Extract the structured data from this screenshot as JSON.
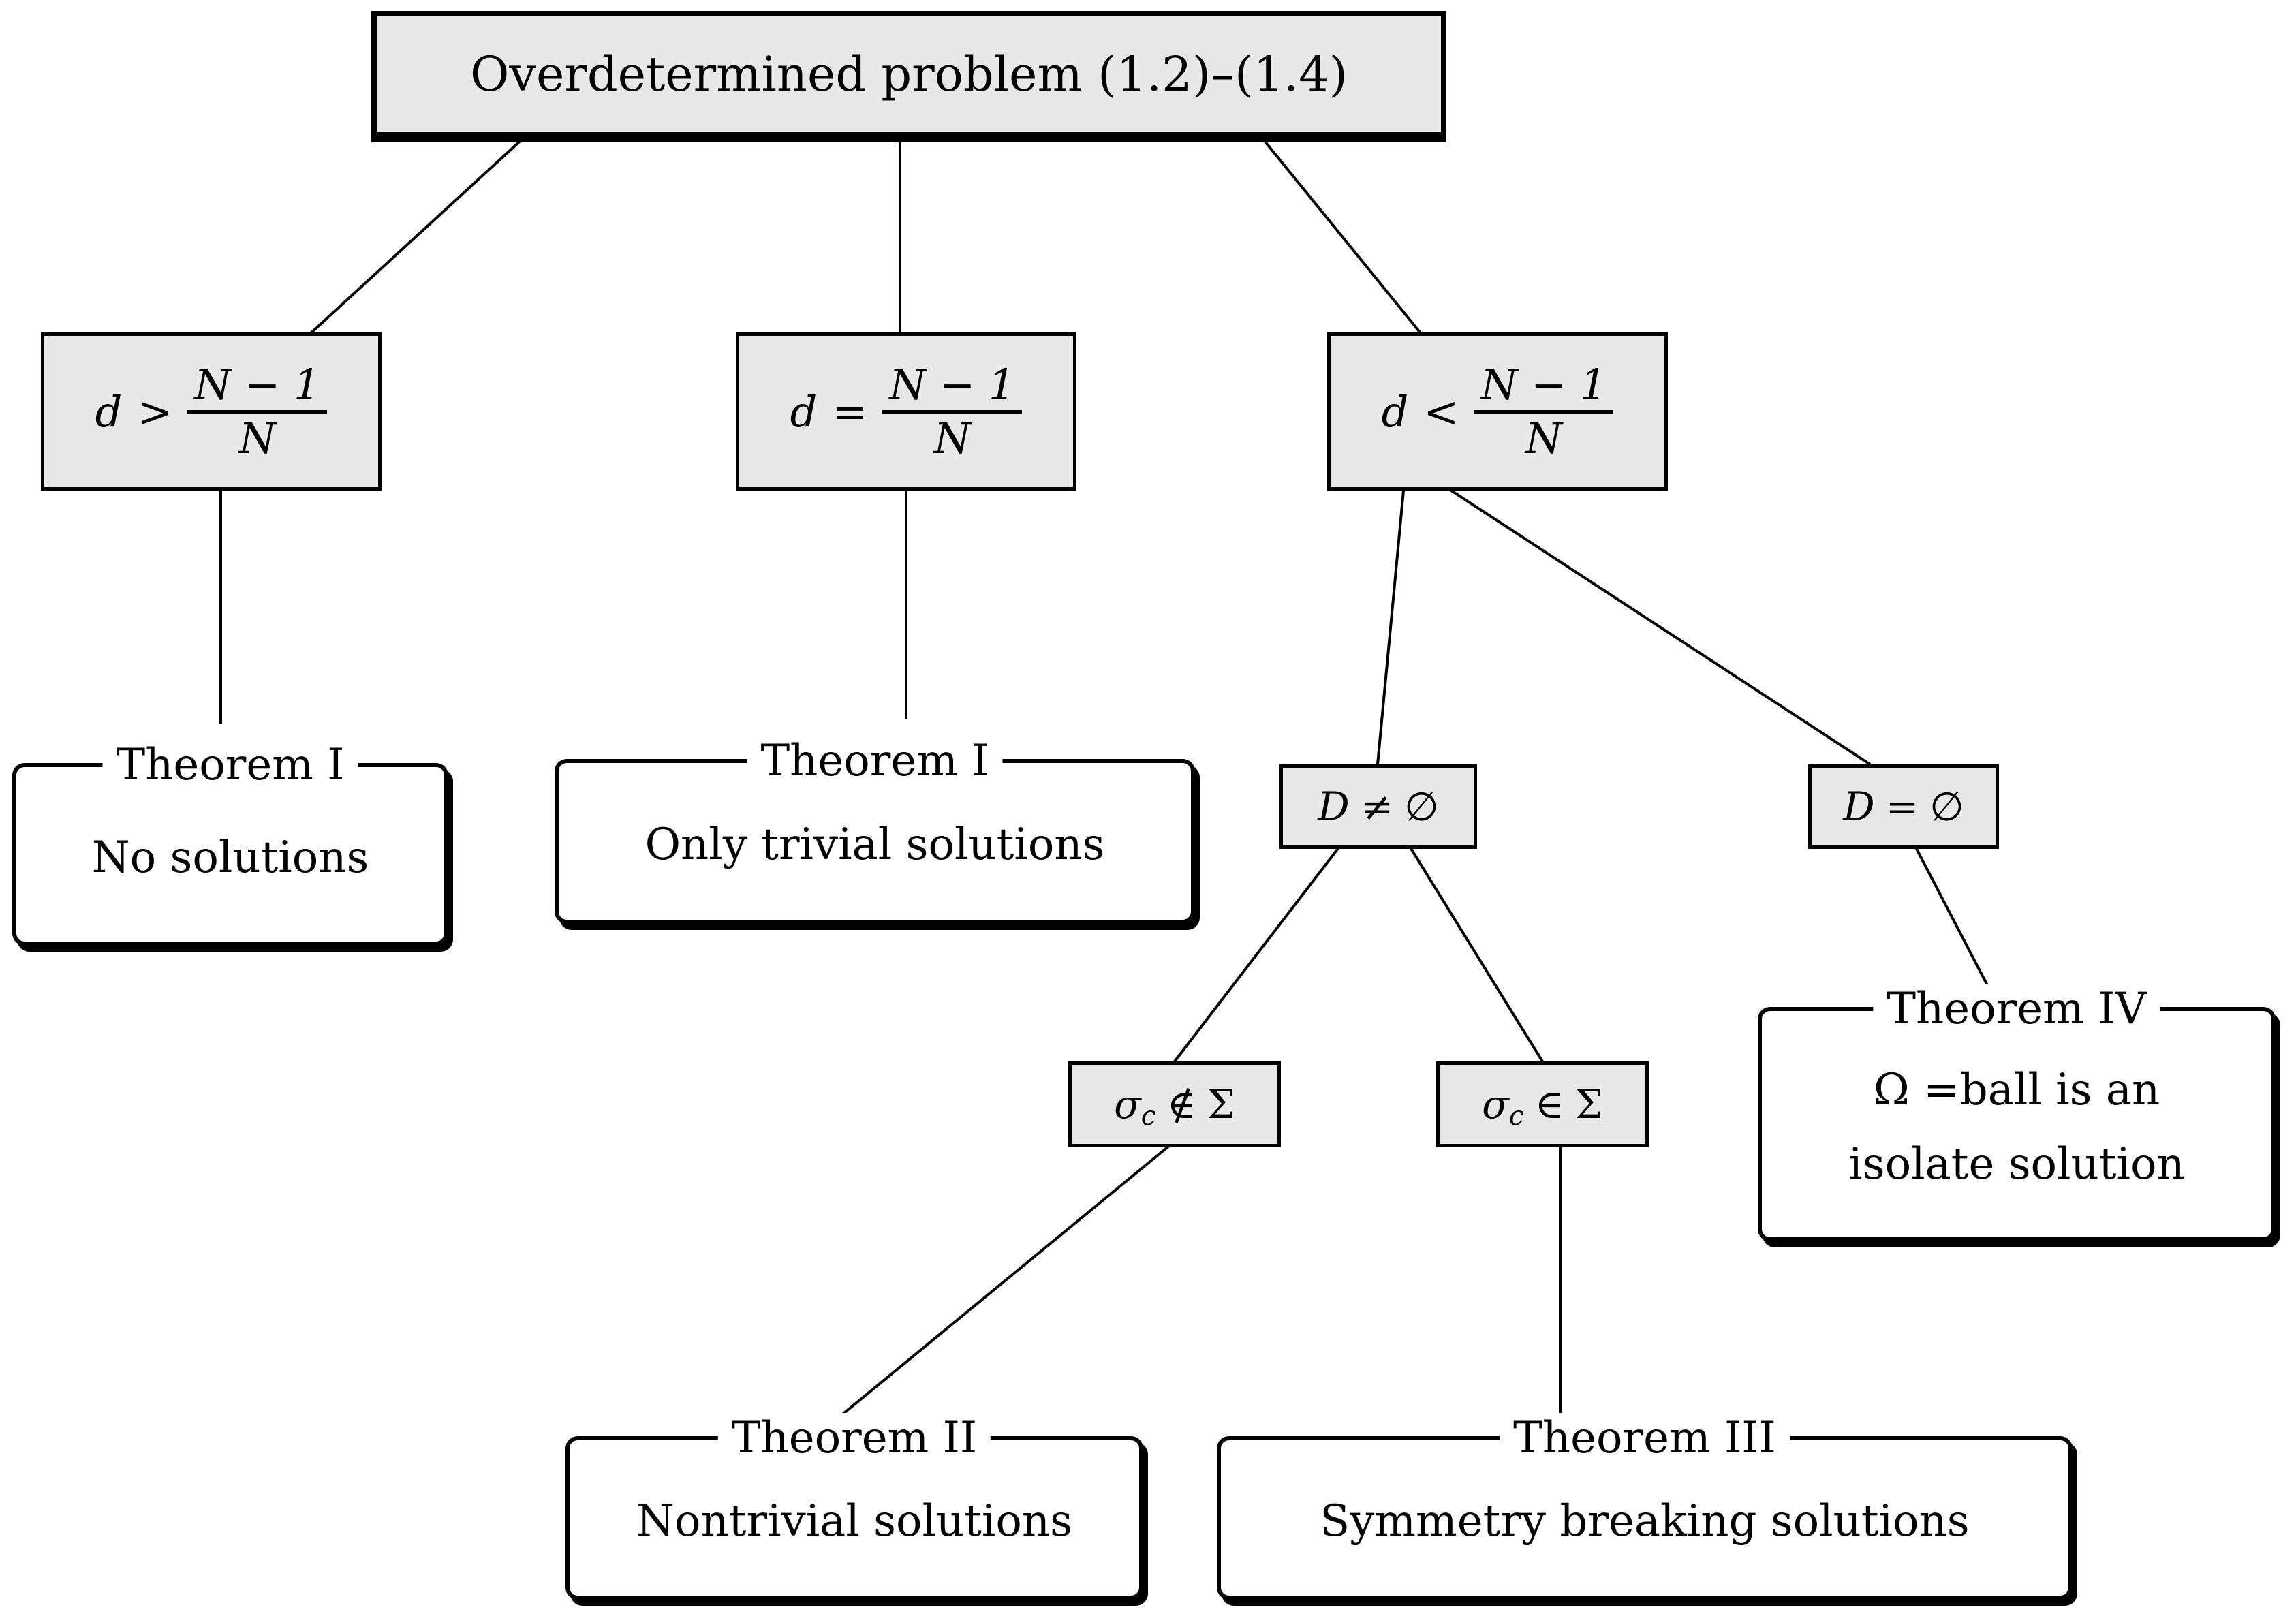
{
  "diagram": {
    "colors": {
      "node_fill": "#e8e8e8",
      "border": "#000000",
      "background": "#ffffff"
    },
    "root": {
      "label": "Overdetermined problem (1.2)–(1.4)"
    },
    "conditions": {
      "greater": {
        "var": "d",
        "op": ">",
        "frac_num": "N − 1",
        "frac_den": "N"
      },
      "equal": {
        "var": "d",
        "op": "=",
        "frac_num": "N − 1",
        "frac_den": "N"
      },
      "less": {
        "var": "d",
        "op": "<",
        "frac_num": "N − 1",
        "frac_den": "N"
      }
    },
    "branches": {
      "d_nonempty": {
        "var": "D",
        "rel": "≠",
        "set": "∅"
      },
      "d_empty": {
        "var": "D",
        "rel": "=",
        "set": "∅"
      },
      "sigma_notin": {
        "var": "σ",
        "sub": "c",
        "rel": "∉",
        "set": "Σ"
      },
      "sigma_in": {
        "var": "σ",
        "sub": "c",
        "rel": "∈",
        "set": "Σ"
      }
    },
    "theorems": {
      "t1_left": {
        "title": "Theorem I",
        "body": "No solutions"
      },
      "t1_mid": {
        "title": "Theorem I",
        "body": "Only trivial solutions"
      },
      "t2": {
        "title": "Theorem II",
        "body": "Nontrivial solutions"
      },
      "t3": {
        "title": "Theorem III",
        "body": "Symmetry breaking solutions"
      },
      "t4": {
        "title": "Theorem IV",
        "body_line1": "Ω =ball is an",
        "body_line2": "isolate solution"
      }
    }
  }
}
